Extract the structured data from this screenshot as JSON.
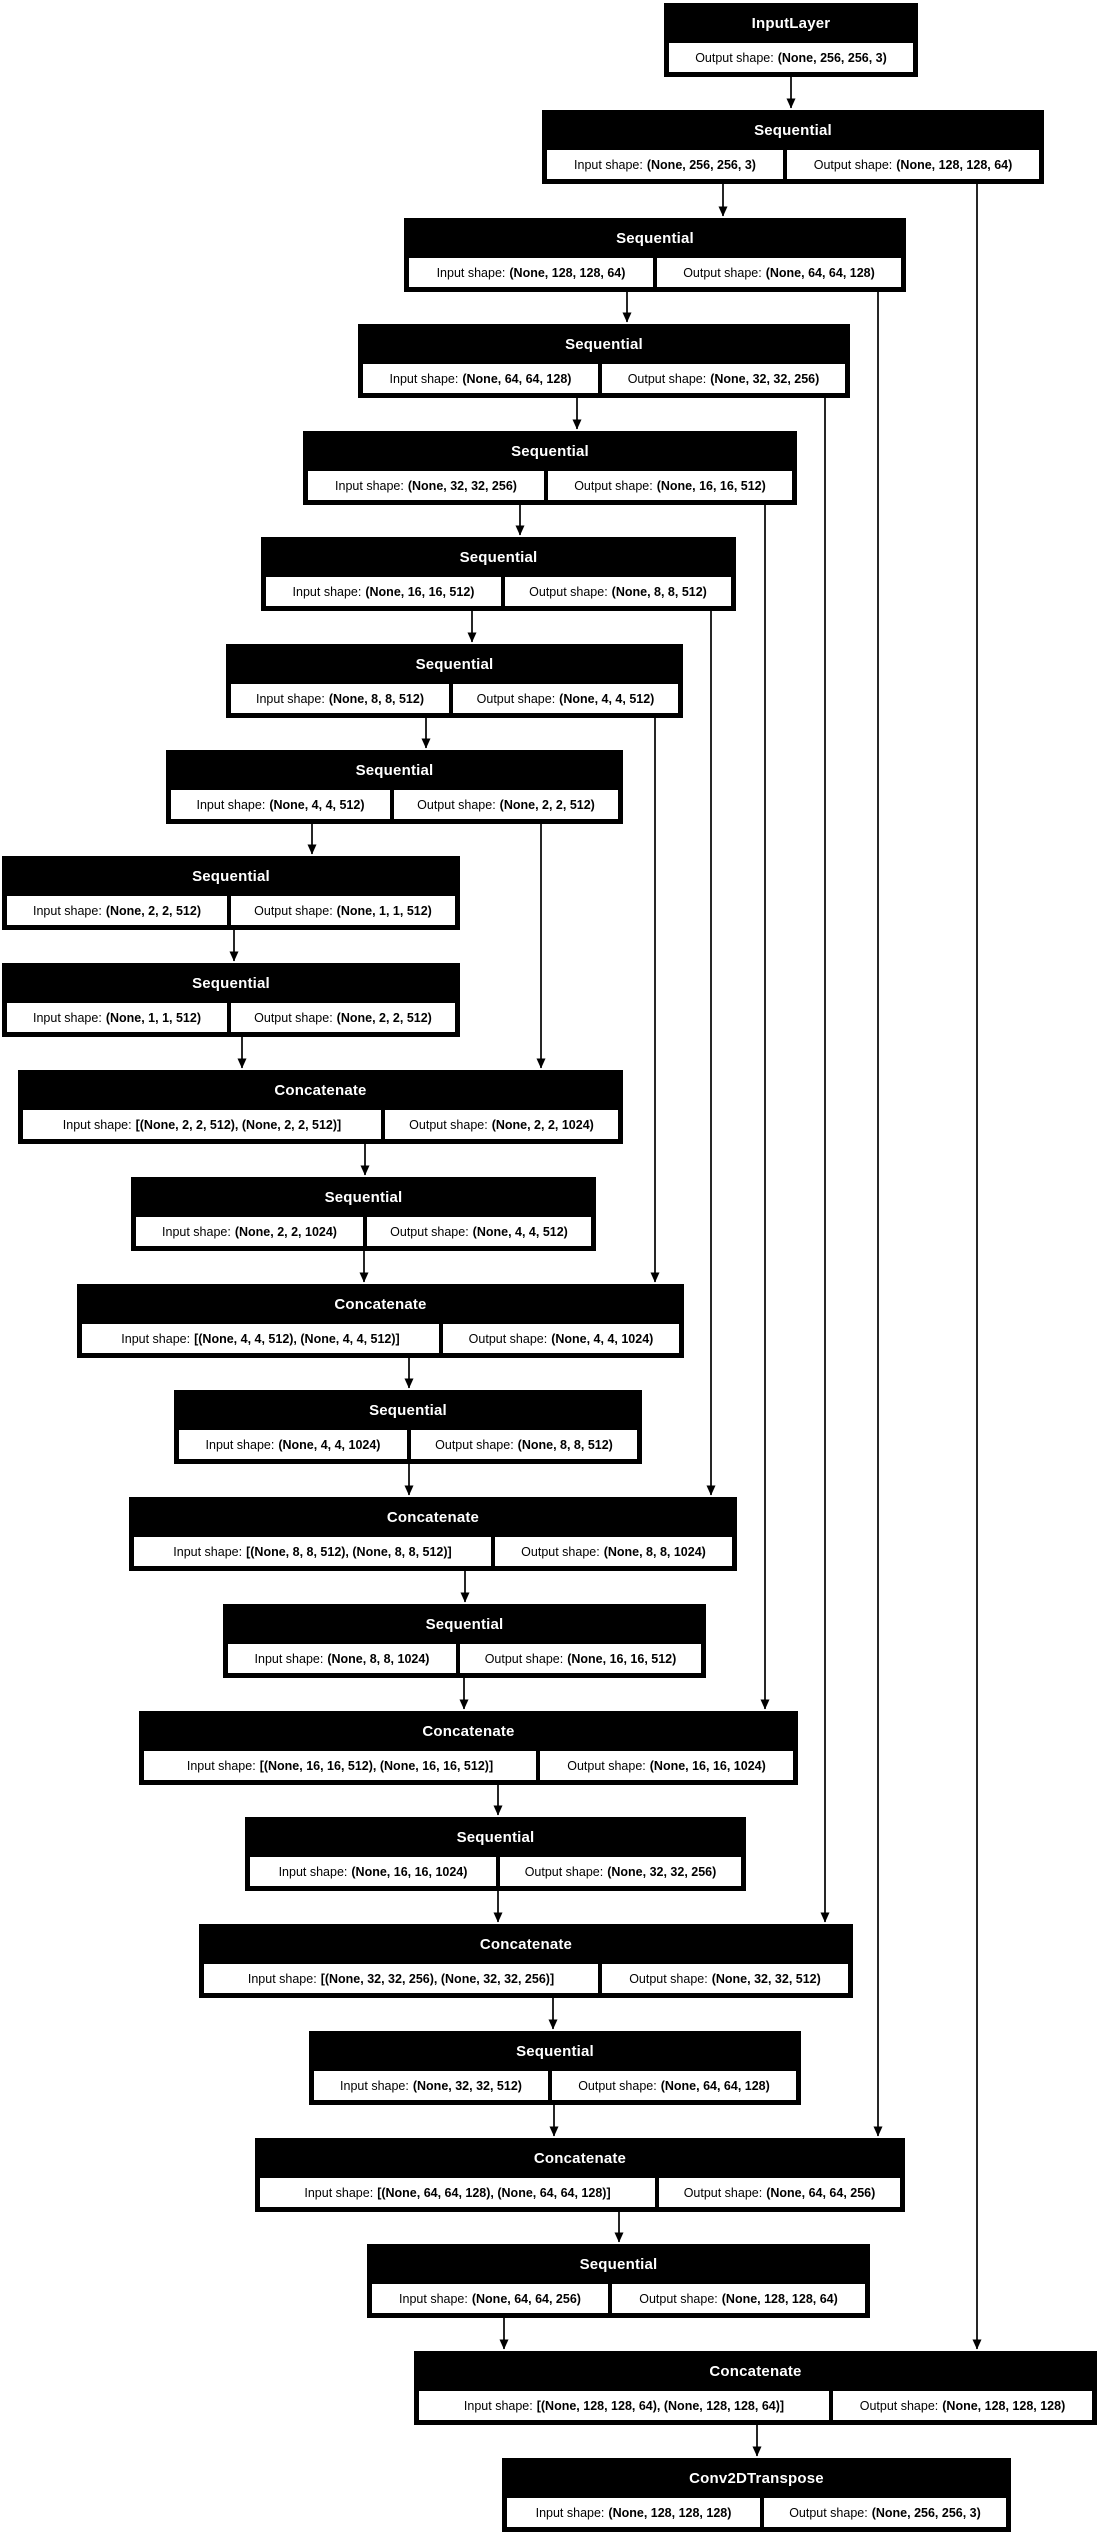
{
  "diagram": {
    "kind": "keras-model-plot-unet",
    "colors": {
      "background": "#ffffff",
      "node_fill": "#000000",
      "node_title_text": "#ffffff",
      "cell_fill": "#ffffff",
      "cell_text": "#000000",
      "edge": "#000000"
    },
    "labels": {
      "input": "Input shape:",
      "output": "Output shape:"
    },
    "nodes": [
      {
        "type": "InputLayer",
        "output_shape": "(None, 256, 256, 3)"
      },
      {
        "type": "Sequential",
        "input_shape": "(None, 256, 256, 3)",
        "output_shape": "(None, 128, 128, 64)"
      },
      {
        "type": "Sequential",
        "input_shape": "(None, 128, 128, 64)",
        "output_shape": "(None, 64, 64, 128)"
      },
      {
        "type": "Sequential",
        "input_shape": "(None, 64, 64, 128)",
        "output_shape": "(None, 32, 32, 256)"
      },
      {
        "type": "Sequential",
        "input_shape": "(None, 32, 32, 256)",
        "output_shape": "(None, 16, 16, 512)"
      },
      {
        "type": "Sequential",
        "input_shape": "(None, 16, 16, 512)",
        "output_shape": "(None, 8, 8, 512)"
      },
      {
        "type": "Sequential",
        "input_shape": "(None, 8, 8, 512)",
        "output_shape": "(None, 4, 4, 512)"
      },
      {
        "type": "Sequential",
        "input_shape": "(None, 4, 4, 512)",
        "output_shape": "(None, 2, 2, 512)"
      },
      {
        "type": "Sequential",
        "input_shape": "(None, 2, 2, 512)",
        "output_shape": "(None, 1, 1, 512)"
      },
      {
        "type": "Sequential",
        "input_shape": "(None, 1, 1, 512)",
        "output_shape": "(None, 2, 2, 512)"
      },
      {
        "type": "Concatenate",
        "input_shape": "[(None, 2, 2, 512), (None, 2, 2, 512)]",
        "output_shape": "(None, 2, 2, 1024)"
      },
      {
        "type": "Sequential",
        "input_shape": "(None, 2, 2, 1024)",
        "output_shape": "(None, 4, 4, 512)"
      },
      {
        "type": "Concatenate",
        "input_shape": "[(None, 4, 4, 512), (None, 4, 4, 512)]",
        "output_shape": "(None, 4, 4, 1024)"
      },
      {
        "type": "Sequential",
        "input_shape": "(None, 4, 4, 1024)",
        "output_shape": "(None, 8, 8, 512)"
      },
      {
        "type": "Concatenate",
        "input_shape": "[(None, 8, 8, 512), (None, 8, 8, 512)]",
        "output_shape": "(None, 8, 8, 1024)"
      },
      {
        "type": "Sequential",
        "input_shape": "(None, 8, 8, 1024)",
        "output_shape": "(None, 16, 16, 512)"
      },
      {
        "type": "Concatenate",
        "input_shape": "[(None, 16, 16, 512), (None, 16, 16, 512)]",
        "output_shape": "(None, 16, 16, 1024)"
      },
      {
        "type": "Sequential",
        "input_shape": "(None, 16, 16, 1024)",
        "output_shape": "(None, 32, 32, 256)"
      },
      {
        "type": "Concatenate",
        "input_shape": "[(None, 32, 32, 256), (None, 32, 32, 256)]",
        "output_shape": "(None, 32, 32, 512)"
      },
      {
        "type": "Sequential",
        "input_shape": "(None, 32, 32, 512)",
        "output_shape": "(None, 64, 64, 128)"
      },
      {
        "type": "Concatenate",
        "input_shape": "[(None, 64, 64, 128), (None, 64, 64, 128)]",
        "output_shape": "(None, 64, 64, 256)"
      },
      {
        "type": "Sequential",
        "input_shape": "(None, 64, 64, 256)",
        "output_shape": "(None, 128, 128, 64)"
      },
      {
        "type": "Concatenate",
        "input_shape": "[(None, 128, 128, 64), (None, 128, 128, 64)]",
        "output_shape": "(None, 128, 128, 128)"
      },
      {
        "type": "Conv2DTranspose",
        "input_shape": "(None, 128, 128, 128)",
        "output_shape": "(None, 256, 256, 3)"
      }
    ],
    "edges": [
      {
        "from": 0,
        "to": 1
      },
      {
        "from": 1,
        "to": 2
      },
      {
        "from": 2,
        "to": 3
      },
      {
        "from": 3,
        "to": 4
      },
      {
        "from": 4,
        "to": 5
      },
      {
        "from": 5,
        "to": 6
      },
      {
        "from": 6,
        "to": 7
      },
      {
        "from": 7,
        "to": 8
      },
      {
        "from": 8,
        "to": 9
      },
      {
        "from": 9,
        "to": 10
      },
      {
        "from": 10,
        "to": 11
      },
      {
        "from": 11,
        "to": 12
      },
      {
        "from": 12,
        "to": 13
      },
      {
        "from": 13,
        "to": 14
      },
      {
        "from": 14,
        "to": 15
      },
      {
        "from": 15,
        "to": 16
      },
      {
        "from": 16,
        "to": 17
      },
      {
        "from": 17,
        "to": 18
      },
      {
        "from": 18,
        "to": 19
      },
      {
        "from": 19,
        "to": 20
      },
      {
        "from": 20,
        "to": 21
      },
      {
        "from": 21,
        "to": 22
      },
      {
        "from": 22,
        "to": 23
      },
      {
        "from": 1,
        "to": 22,
        "skip": true
      },
      {
        "from": 2,
        "to": 20,
        "skip": true
      },
      {
        "from": 3,
        "to": 18,
        "skip": true
      },
      {
        "from": 4,
        "to": 16,
        "skip": true
      },
      {
        "from": 5,
        "to": 14,
        "skip": true
      },
      {
        "from": 6,
        "to": 12,
        "skip": true
      },
      {
        "from": 7,
        "to": 10,
        "skip": true
      }
    ]
  }
}
